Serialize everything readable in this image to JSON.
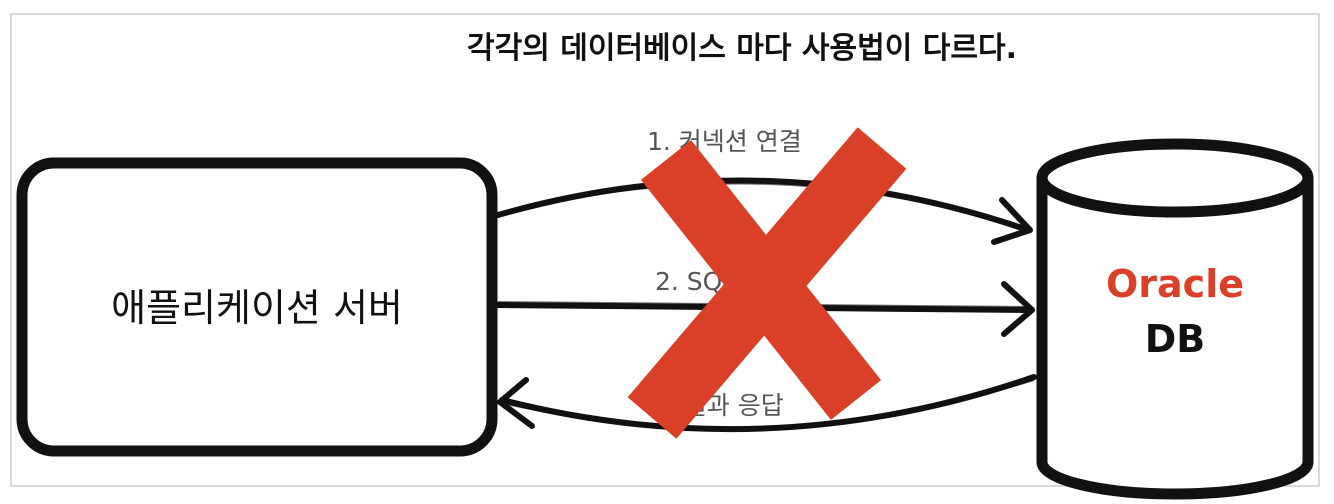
{
  "title": "각각의 데이터베이스 마다 사용법이 다르다.",
  "app_server": {
    "label": "애플리케이션 서버"
  },
  "steps": [
    {
      "label": "1. 커넥션 연결"
    },
    {
      "label": "2. SQL 전달"
    },
    {
      "label": "3. 결과 응답"
    }
  ],
  "database": {
    "vendor": "Oracle",
    "label": "DB"
  },
  "colors": {
    "accent": "#d94027",
    "stroke": "#111111",
    "step_text": "#555555"
  },
  "icons": {
    "cross": "red-x-cross-icon"
  }
}
